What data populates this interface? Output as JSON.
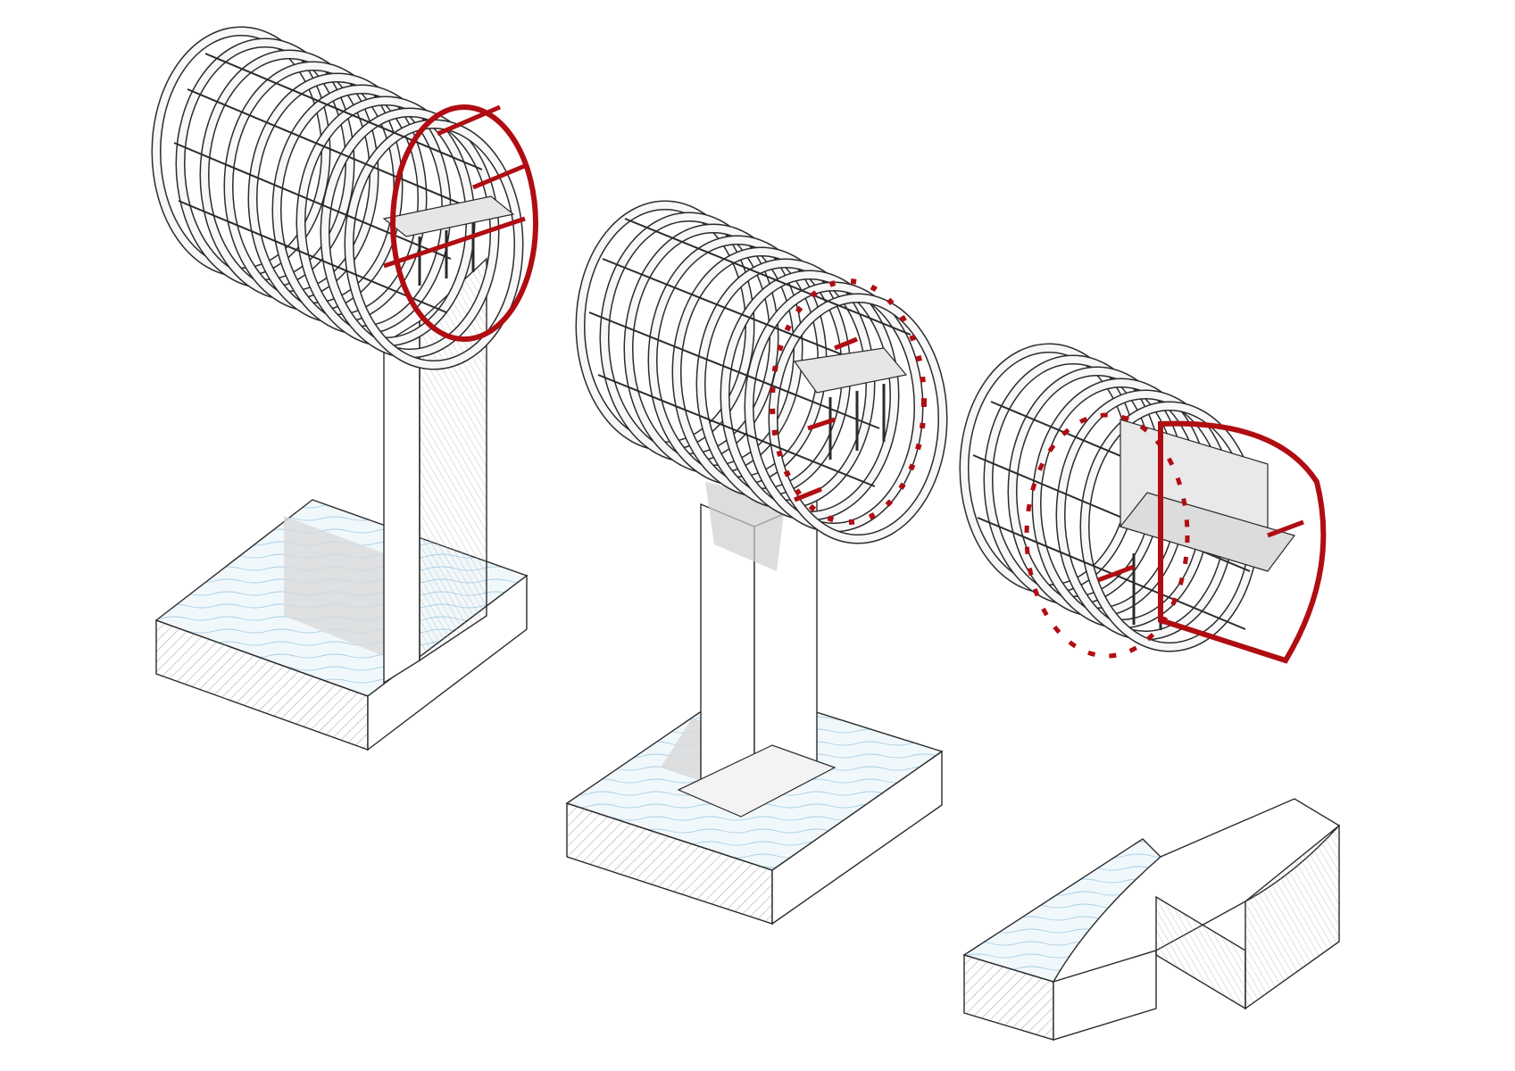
{
  "figure": {
    "kind": "isometric-structural-diagram",
    "colors": {
      "background": "#ffffff",
      "line": "#2b2b2b",
      "section_cut": "#b00d12",
      "water": "#eef6fb",
      "water_stroke": "#9fc6e0",
      "shadow": "#d8d8d8",
      "frame_fill": "#f7f7f7",
      "hatch": "#9a9a9a"
    }
  },
  "assemblies": [
    {
      "id": "left",
      "description_icon": "tube-on-wall-pier"
    },
    {
      "id": "middle",
      "description_icon": "tube-on-column-pier"
    },
    {
      "id": "right",
      "description_icon": "tube-section-cutaway"
    },
    {
      "id": "terrain",
      "description_icon": "terrain-block"
    }
  ]
}
